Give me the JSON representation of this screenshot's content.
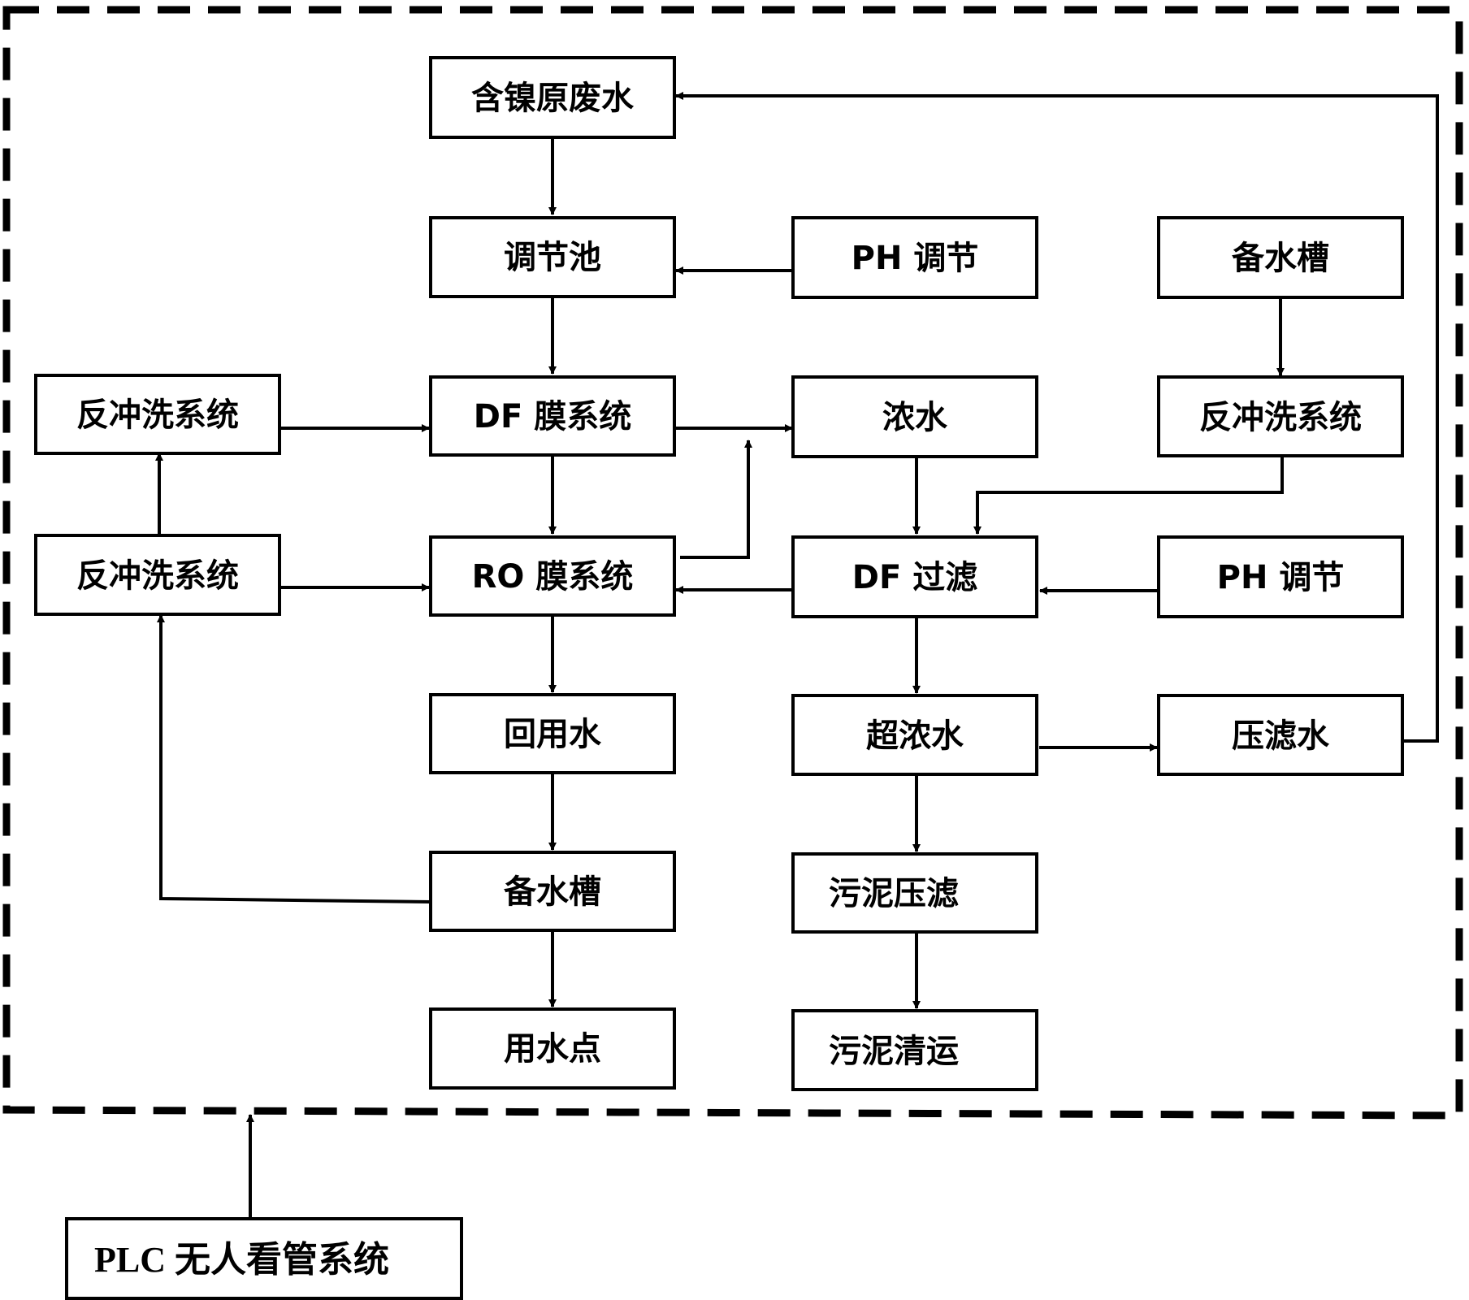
{
  "diagram": {
    "type": "process-flow",
    "boundary_label": "",
    "nodes": {
      "raw_wastewater": "含镍原废水",
      "equalization_tank": "调节池",
      "ph_adjust_1": "PH 调节",
      "spare_tank_right": "备水槽",
      "backwash_left_top": "反冲洗系统",
      "df_membrane": "DF 膜系统",
      "concentrate": "浓水",
      "backwash_right": "反冲洗系统",
      "backwash_left_bottom": "反冲洗系统",
      "ro_membrane": "RO 膜系统",
      "df_filtration": "DF 过滤",
      "ph_adjust_2": "PH 调节",
      "reuse_water": "回用水",
      "super_concentrate": "超浓水",
      "filter_press_water": "压滤水",
      "spare_tank_left": "备水槽",
      "sludge_press": "污泥压滤",
      "water_use_point": "用水点",
      "sludge_removal": "污泥清运",
      "plc_system": "PLC 无人看管系统"
    },
    "edges": [
      {
        "from": "raw_wastewater",
        "to": "equalization_tank"
      },
      {
        "from": "ph_adjust_1",
        "to": "equalization_tank"
      },
      {
        "from": "equalization_tank",
        "to": "df_membrane"
      },
      {
        "from": "backwash_left_top",
        "to": "df_membrane"
      },
      {
        "from": "df_membrane",
        "to": "concentrate"
      },
      {
        "from": "df_membrane",
        "to": "ro_membrane"
      },
      {
        "from": "ro_membrane",
        "to": "concentrate"
      },
      {
        "from": "backwash_left_bottom",
        "to": "backwash_left_top"
      },
      {
        "from": "backwash_left_bottom",
        "to": "ro_membrane"
      },
      {
        "from": "spare_tank_right",
        "to": "backwash_right"
      },
      {
        "from": "backwash_right",
        "to": "df_filtration"
      },
      {
        "from": "concentrate",
        "to": "df_filtration"
      },
      {
        "from": "df_filtration",
        "to": "ro_membrane"
      },
      {
        "from": "ph_adjust_2",
        "to": "df_filtration"
      },
      {
        "from": "ro_membrane",
        "to": "reuse_water"
      },
      {
        "from": "df_filtration",
        "to": "super_concentrate"
      },
      {
        "from": "super_concentrate",
        "to": "filter_press_water"
      },
      {
        "from": "filter_press_water",
        "to": "raw_wastewater"
      },
      {
        "from": "reuse_water",
        "to": "spare_tank_left"
      },
      {
        "from": "spare_tank_left",
        "to": "backwash_left_bottom"
      },
      {
        "from": "spare_tank_left",
        "to": "water_use_point"
      },
      {
        "from": "super_concentrate",
        "to": "sludge_press"
      },
      {
        "from": "sludge_press",
        "to": "sludge_removal"
      },
      {
        "from": "plc_system",
        "to": "control_boundary"
      }
    ]
  }
}
